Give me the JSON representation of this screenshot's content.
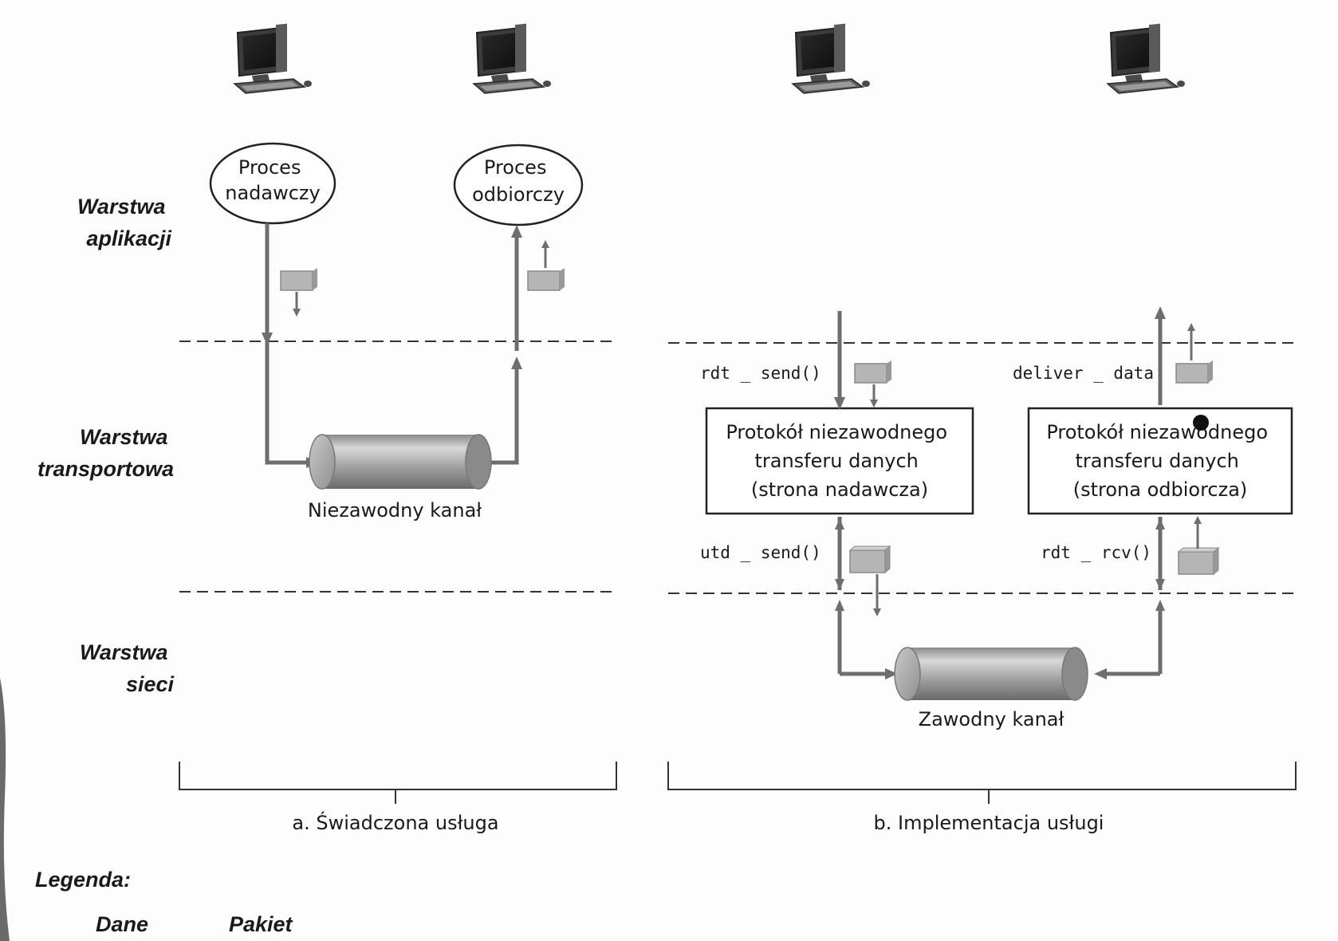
{
  "layers": {
    "application": [
      "Warstwa",
      "aplikacji"
    ],
    "transport": [
      "Warstwa",
      "transportowa"
    ],
    "network": [
      "Warstwa",
      "sieci"
    ]
  },
  "part_a": {
    "sender_process": [
      "Proces",
      "nadawczy"
    ],
    "receiver_process": [
      "Proces",
      "odbiorczy"
    ],
    "channel_label": "Niezawodny kanał",
    "caption": "a. Świadczona usługa"
  },
  "part_b": {
    "sender_protocol": [
      "Protokół niezawodnego",
      "transferu danych",
      "(strona nadawcza)"
    ],
    "receiver_protocol": [
      "Protokół niezawodnego",
      "transferu danych",
      "(strona odbiorcza)"
    ],
    "calls": {
      "rdt_send": "rdt _ send()",
      "deliver_data": "deliver _ data",
      "udt_send": "utd _ send()",
      "rdt_rcv": "rdt _ rcv()"
    },
    "channel_label": "Zawodny kanał",
    "caption": "b. Implementacja usługi"
  },
  "legend": {
    "title": "Legenda:",
    "data": "Dane",
    "packet": "Pakiet"
  },
  "colors": {
    "arrow": "#6e6e6e",
    "pipe": "#a8a8a8",
    "packet": "#b5b5b5",
    "text": "#1a1a1a"
  },
  "icons": [
    "computer-icon",
    "computer-icon",
    "computer-icon",
    "computer-icon"
  ]
}
